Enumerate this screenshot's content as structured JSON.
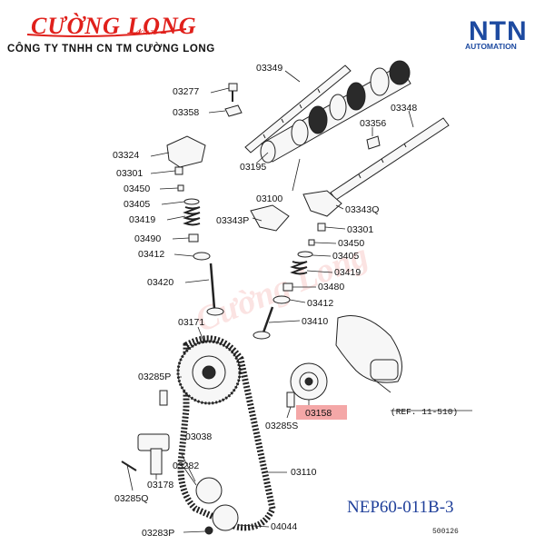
{
  "header": {
    "brand_name": "CƯỜNG LONG",
    "brand_suffix": "CO.,LTD",
    "company_name": "CÔNG TY TNHH CN TM CƯỜNG LONG",
    "ntn_logo": "NTN",
    "ntn_subtitle": "AUTOMATION"
  },
  "diagram": {
    "callouts": {
      "c03349": "03349",
      "c03277": "03277",
      "c03358": "03358",
      "c03348": "03348",
      "c03356": "03356",
      "c03324": "03324",
      "c03195": "03195",
      "c03301a": "03301",
      "c03450a": "03450",
      "c03405a": "03405",
      "c03100": "03100",
      "c03343q": "03343Q",
      "c03419a": "03419",
      "c03343p": "03343P",
      "c03301b": "03301",
      "c03490": "03490",
      "c03450b": "03450",
      "c03412a": "03412",
      "c03405b": "03405",
      "c03419b": "03419",
      "c03420": "03420",
      "c03480": "03480",
      "c03412b": "03412",
      "c03171": "03171",
      "c03410": "03410",
      "c03285p": "03285P",
      "c03158": "03158",
      "c03285s": "03285S",
      "c03038": "03038",
      "c03282": "03282",
      "c03178": "03178",
      "c03110": "03110",
      "c03285q": "03285Q",
      "c03283p": "03283P",
      "c04044": "04044",
      "ref": "(REF. 11-510)"
    },
    "highlight_color": "#f4a7a7",
    "watermark": "Cường Long"
  },
  "footer": {
    "part_number": "NEP60-011B-3",
    "drawing_id": "500126"
  },
  "colors": {
    "brand": "#e0201b",
    "ntn": "#1d4aa0",
    "part_number": "#1f3f9a"
  }
}
